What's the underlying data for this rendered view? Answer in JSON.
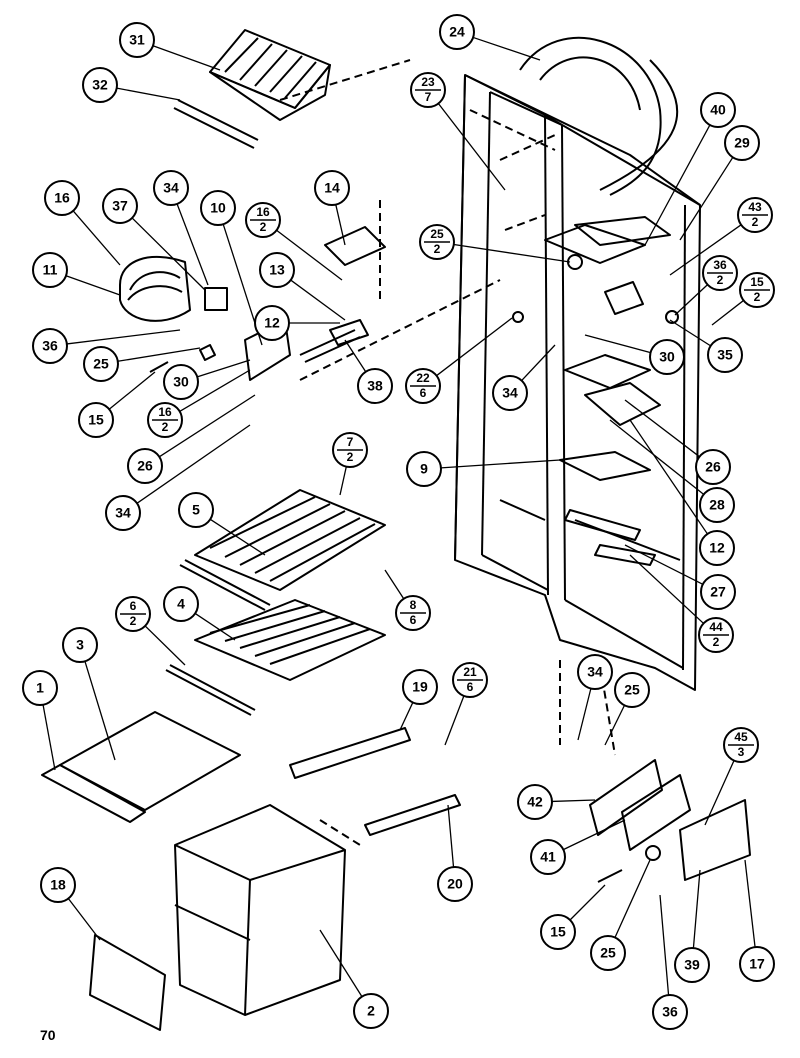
{
  "page_number": "70",
  "callouts": [
    {
      "id": "31",
      "top": "31",
      "bottom": ""
    },
    {
      "id": "32",
      "top": "32",
      "bottom": ""
    },
    {
      "id": "24",
      "top": "24",
      "bottom": ""
    },
    {
      "id": "23_7",
      "top": "23",
      "bottom": "7"
    },
    {
      "id": "40",
      "top": "40",
      "bottom": ""
    },
    {
      "id": "29",
      "top": "29",
      "bottom": ""
    },
    {
      "id": "16a",
      "top": "16",
      "bottom": ""
    },
    {
      "id": "37",
      "top": "37",
      "bottom": ""
    },
    {
      "id": "34a",
      "top": "34",
      "bottom": ""
    },
    {
      "id": "10",
      "top": "10",
      "bottom": ""
    },
    {
      "id": "16_2a",
      "top": "16",
      "bottom": "2"
    },
    {
      "id": "14",
      "top": "14",
      "bottom": ""
    },
    {
      "id": "25_2",
      "top": "25",
      "bottom": "2"
    },
    {
      "id": "43_2",
      "top": "43",
      "bottom": "2"
    },
    {
      "id": "11",
      "top": "11",
      "bottom": ""
    },
    {
      "id": "13",
      "top": "13",
      "bottom": ""
    },
    {
      "id": "36_2",
      "top": "36",
      "bottom": "2"
    },
    {
      "id": "15_2",
      "top": "15",
      "bottom": "2"
    },
    {
      "id": "12a",
      "top": "12",
      "bottom": ""
    },
    {
      "id": "36a",
      "top": "36",
      "bottom": ""
    },
    {
      "id": "25a",
      "top": "25",
      "bottom": ""
    },
    {
      "id": "35",
      "top": "35",
      "bottom": ""
    },
    {
      "id": "30a",
      "top": "30",
      "bottom": ""
    },
    {
      "id": "38",
      "top": "38",
      "bottom": ""
    },
    {
      "id": "22_6",
      "top": "22",
      "bottom": "6"
    },
    {
      "id": "34b",
      "top": "34",
      "bottom": ""
    },
    {
      "id": "30b",
      "top": "30",
      "bottom": ""
    },
    {
      "id": "15a",
      "top": "15",
      "bottom": ""
    },
    {
      "id": "16_2b",
      "top": "16",
      "bottom": "2"
    },
    {
      "id": "26a",
      "top": "26",
      "bottom": ""
    },
    {
      "id": "7_2",
      "top": "7",
      "bottom": "2"
    },
    {
      "id": "9",
      "top": "9",
      "bottom": ""
    },
    {
      "id": "26b",
      "top": "26",
      "bottom": ""
    },
    {
      "id": "28",
      "top": "28",
      "bottom": ""
    },
    {
      "id": "34c",
      "top": "34",
      "bottom": ""
    },
    {
      "id": "5",
      "top": "5",
      "bottom": ""
    },
    {
      "id": "12b",
      "top": "12",
      "bottom": ""
    },
    {
      "id": "27",
      "top": "27",
      "bottom": ""
    },
    {
      "id": "8_6",
      "top": "8",
      "bottom": "6"
    },
    {
      "id": "4",
      "top": "4",
      "bottom": ""
    },
    {
      "id": "6_2",
      "top": "6",
      "bottom": "2"
    },
    {
      "id": "44_2",
      "top": "44",
      "bottom": "2"
    },
    {
      "id": "3",
      "top": "3",
      "bottom": ""
    },
    {
      "id": "21_6",
      "top": "21",
      "bottom": "6"
    },
    {
      "id": "19",
      "top": "19",
      "bottom": ""
    },
    {
      "id": "1",
      "top": "1",
      "bottom": ""
    },
    {
      "id": "34d",
      "top": "34",
      "bottom": ""
    },
    {
      "id": "25b",
      "top": "25",
      "bottom": ""
    },
    {
      "id": "45_3",
      "top": "45",
      "bottom": "3"
    },
    {
      "id": "42",
      "top": "42",
      "bottom": ""
    },
    {
      "id": "41",
      "top": "41",
      "bottom": ""
    },
    {
      "id": "18",
      "top": "18",
      "bottom": ""
    },
    {
      "id": "20",
      "top": "20",
      "bottom": ""
    },
    {
      "id": "15b",
      "top": "15",
      "bottom": ""
    },
    {
      "id": "25c",
      "top": "25",
      "bottom": ""
    },
    {
      "id": "39",
      "top": "39",
      "bottom": ""
    },
    {
      "id": "17",
      "top": "17",
      "bottom": ""
    },
    {
      "id": "2",
      "top": "2",
      "bottom": ""
    },
    {
      "id": "36b",
      "top": "36",
      "bottom": ""
    }
  ]
}
